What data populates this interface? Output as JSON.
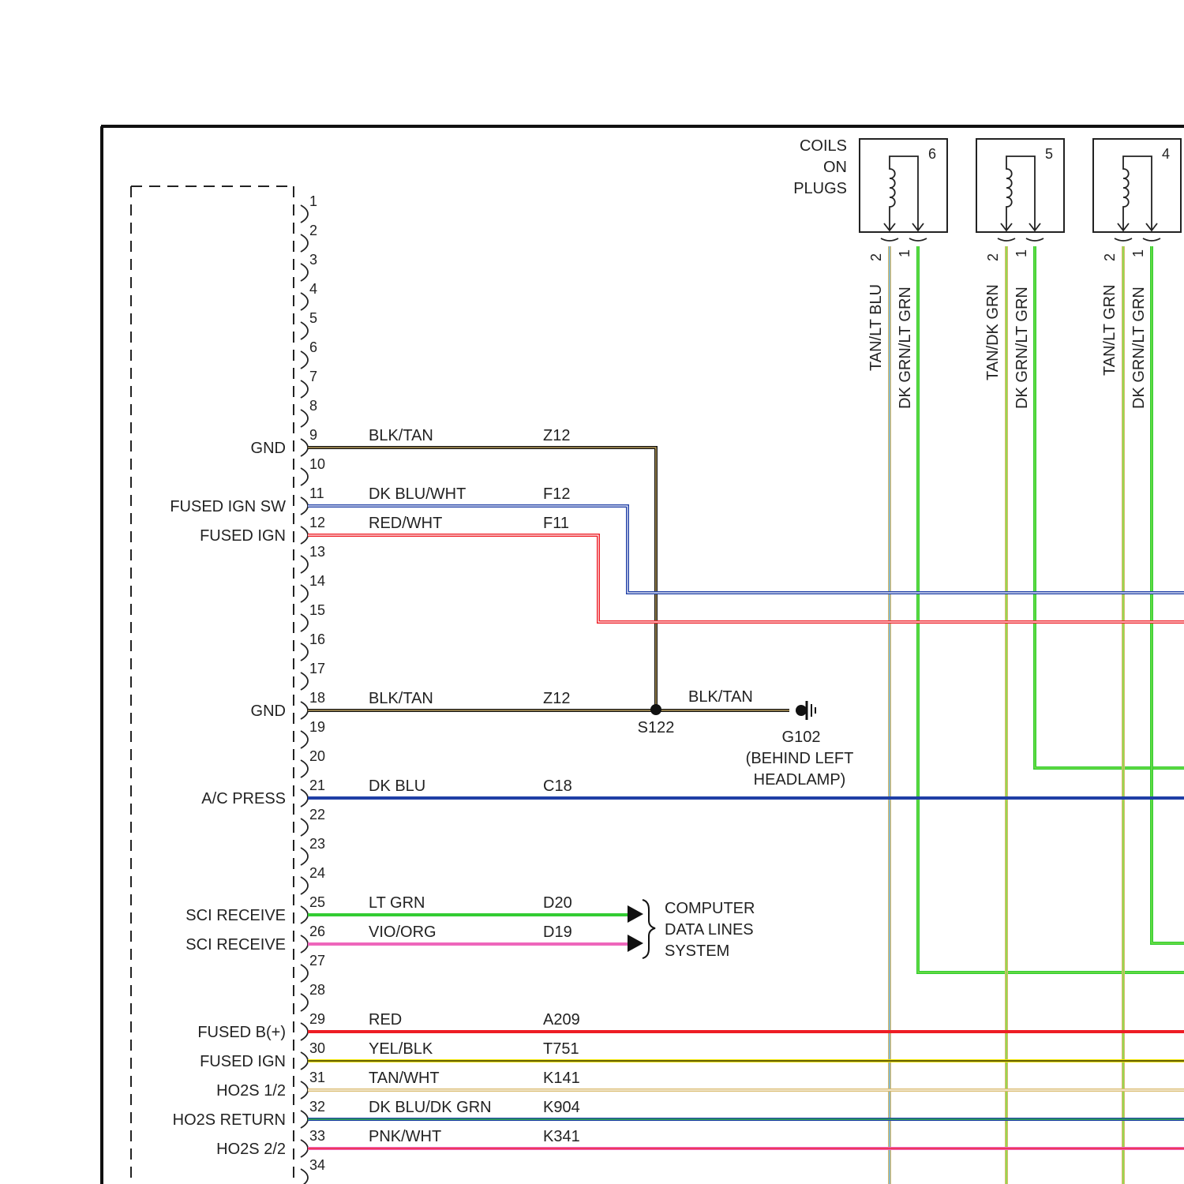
{
  "colors": {
    "black": "#111111",
    "tan": "#d9b96b",
    "yellow": "#f2e600",
    "blue": "#1f3fa6",
    "red": "#ee1c24",
    "green": "#33cc33",
    "lt_green": "#7fe34a",
    "pink": "#ee66bb",
    "white": "#ffffff"
  },
  "pins": [
    "1",
    "2",
    "3",
    "4",
    "5",
    "6",
    "7",
    "8",
    "9",
    "10",
    "11",
    "12",
    "13",
    "14",
    "15",
    "16",
    "17",
    "18",
    "19",
    "20",
    "21",
    "22",
    "23",
    "24",
    "25",
    "26",
    "27",
    "28",
    "29",
    "30",
    "31",
    "32",
    "33",
    "34"
  ],
  "pin_functions": [
    {
      "pin": "9",
      "label": "GND"
    },
    {
      "pin": "11",
      "label": "FUSED IGN SW"
    },
    {
      "pin": "12",
      "label": "FUSED IGN"
    },
    {
      "pin": "18",
      "label": "GND"
    },
    {
      "pin": "21",
      "label": "A/C PRESS"
    },
    {
      "pin": "25",
      "label": "SCI RECEIVE"
    },
    {
      "pin": "26",
      "label": "SCI RECEIVE"
    },
    {
      "pin": "29",
      "label": "FUSED B(+)"
    },
    {
      "pin": "30",
      "label": "FUSED IGN"
    },
    {
      "pin": "31",
      "label": "HO2S 1/2"
    },
    {
      "pin": "32",
      "label": "HO2S RETURN"
    },
    {
      "pin": "33",
      "label": "HO2S 2/2"
    }
  ],
  "wires": [
    {
      "pin": "9",
      "color": "BLK/TAN",
      "circuit": "Z12",
      "main": "black",
      "stripe": "tan"
    },
    {
      "pin": "11",
      "color": "DK BLU/WHT",
      "circuit": "F12",
      "main": "blue",
      "stripe": "white"
    },
    {
      "pin": "12",
      "color": "RED/WHT",
      "circuit": "F11",
      "main": "red",
      "stripe": "white"
    },
    {
      "pin": "18",
      "color": "BLK/TAN",
      "circuit": "Z12",
      "main": "black",
      "stripe": "tan"
    },
    {
      "pin": "21",
      "color": "DK BLU",
      "circuit": "C18",
      "main": "blue",
      "stripe": null
    },
    {
      "pin": "25",
      "color": "LT GRN",
      "circuit": "D20",
      "main": "green",
      "stripe": null
    },
    {
      "pin": "26",
      "color": "VIO/ORG",
      "circuit": "D19",
      "main": "pink",
      "stripe": null
    },
    {
      "pin": "29",
      "color": "RED",
      "circuit": "A209",
      "main": "red",
      "stripe": null
    },
    {
      "pin": "30",
      "color": "YEL/BLK",
      "circuit": "T751",
      "main": "yellow",
      "stripe": "black"
    },
    {
      "pin": "31",
      "color": "TAN/WHT",
      "circuit": "K141",
      "main": "tan",
      "stripe": "white"
    },
    {
      "pin": "32",
      "color": "DK BLU/DK GRN",
      "circuit": "K904",
      "main": "blue",
      "stripe": "green"
    },
    {
      "pin": "33",
      "color": "PNK/WHT",
      "circuit": "K341",
      "main": "pink",
      "stripe": "red"
    }
  ],
  "coils_label": [
    "COILS",
    "ON",
    "PLUGS"
  ],
  "coils": [
    {
      "number": "6",
      "pin2": "2",
      "pin1": "1",
      "wire2": "TAN/LT BLU",
      "wire1": "DK GRN/LT GRN"
    },
    {
      "number": "5",
      "pin2": "2",
      "pin1": "1",
      "wire2": "TAN/DK GRN",
      "wire1": "DK GRN/LT GRN"
    },
    {
      "number": "4",
      "pin2": "2",
      "pin1": "1",
      "wire2": "TAN/LT GRN",
      "wire1": "DK GRN/LT GRN"
    }
  ],
  "splice": {
    "name": "S122",
    "wire_color": "BLK/TAN"
  },
  "ground": {
    "name": "G102",
    "location": [
      "(BEHIND LEFT",
      "HEADLAMP)"
    ]
  },
  "data_lines": [
    "COMPUTER",
    "DATA LINES",
    "SYSTEM"
  ]
}
